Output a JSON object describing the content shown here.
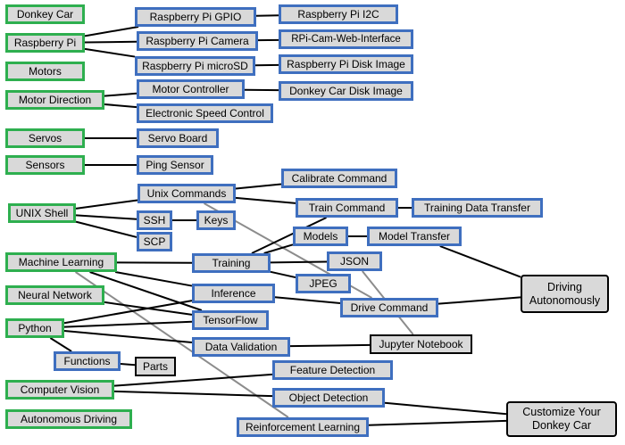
{
  "nodes": {
    "donkey_car": "Donkey Car",
    "raspberry_pi": "Raspberry Pi",
    "motors": "Motors",
    "motor_direction": "Motor Direction",
    "servos": "Servos",
    "sensors": "Sensors",
    "unix_shell": "UNIX Shell",
    "machine_learning": "Machine Learning",
    "neural_network": "Neural Network",
    "python": "Python",
    "computer_vision": "Computer Vision",
    "autonomous_driving": "Autonomous Driving",
    "rpi_gpio": "Raspberry Pi GPIO",
    "rpi_camera": "Raspberry Pi Camera",
    "rpi_microsd": "Raspberry Pi microSD",
    "motor_controller": "Motor Controller",
    "esc": "Electronic Speed Control",
    "servo_board": "Servo Board",
    "ping_sensor": "Ping Sensor",
    "unix_commands": "Unix Commands",
    "ssh": "SSH",
    "scp": "SCP",
    "keys": "Keys",
    "functions": "Functions",
    "parts": "Parts",
    "rpi_i2c": "Raspberry Pi I2C",
    "rpi_cam_web": "RPi-Cam-Web-Interface",
    "rpi_disk_image": "Raspberry Pi Disk Image",
    "donkey_disk_image": "Donkey Car Disk Image",
    "calibrate_command": "Calibrate Command",
    "train_command": "Train Command",
    "training_data_transfer": "Training Data Transfer",
    "models": "Models",
    "model_transfer": "Model Transfer",
    "training": "Training",
    "json": "JSON",
    "jpeg": "JPEG",
    "inference": "Inference",
    "drive_command": "Drive Command",
    "tensorflow": "TensorFlow",
    "data_validation": "Data Validation",
    "jupyter_notebook": "Jupyter Notebook",
    "feature_detection": "Feature Detection",
    "object_detection": "Object Detection",
    "reinforcement_learning": "Reinforcement Learning",
    "driving_autonomously_1": "Driving",
    "driving_autonomously_2": "Autonomously",
    "customize_1": "Customize Your",
    "customize_2": "Donkey Car"
  },
  "colors": {
    "green_border": "#2eaf4f",
    "blue_border": "#3f6fbf",
    "black_border": "#000000",
    "fill": "#d9d9d9",
    "edge_black": "#000000",
    "edge_gray": "#8c8c8c"
  },
  "edges": [
    {
      "from": "raspberry_pi",
      "to": "rpi_gpio",
      "color": "black"
    },
    {
      "from": "raspberry_pi",
      "to": "rpi_camera",
      "color": "black"
    },
    {
      "from": "raspberry_pi",
      "to": "rpi_microsd",
      "color": "black"
    },
    {
      "from": "rpi_gpio",
      "to": "rpi_i2c",
      "color": "black"
    },
    {
      "from": "rpi_camera",
      "to": "rpi_cam_web",
      "color": "black"
    },
    {
      "from": "rpi_microsd",
      "to": "rpi_disk_image",
      "color": "black"
    },
    {
      "from": "motor_direction",
      "to": "motor_controller",
      "color": "black"
    },
    {
      "from": "motor_direction",
      "to": "esc",
      "color": "black"
    },
    {
      "from": "motor_controller",
      "to": "donkey_disk_image",
      "color": "black"
    },
    {
      "from": "servos",
      "to": "servo_board",
      "color": "black"
    },
    {
      "from": "sensors",
      "to": "ping_sensor",
      "color": "black"
    },
    {
      "from": "unix_shell",
      "to": "unix_commands",
      "color": "black"
    },
    {
      "from": "unix_shell",
      "to": "ssh",
      "color": "black"
    },
    {
      "from": "unix_shell",
      "to": "scp",
      "color": "black"
    },
    {
      "from": "ssh",
      "to": "keys",
      "color": "black"
    },
    {
      "from": "unix_commands",
      "to": "calibrate_command",
      "color": "black"
    },
    {
      "from": "unix_commands",
      "to": "train_command",
      "color": "black"
    },
    {
      "from": "unix_commands",
      "to": "drive_command",
      "color": "gray"
    },
    {
      "from": "train_command",
      "to": "training_data_transfer",
      "color": "black"
    },
    {
      "from": "models",
      "to": "model_transfer",
      "color": "black"
    },
    {
      "from": "model_transfer",
      "to": "driving_autonomously",
      "color": "black"
    },
    {
      "from": "machine_learning",
      "to": "training",
      "color": "black"
    },
    {
      "from": "machine_learning",
      "to": "inference",
      "color": "black"
    },
    {
      "from": "machine_learning",
      "to": "tensorflow",
      "color": "black"
    },
    {
      "from": "machine_learning",
      "to": "reinforcement_learning",
      "color": "gray"
    },
    {
      "from": "training",
      "to": "train_command",
      "color": "black"
    },
    {
      "from": "training",
      "to": "models",
      "color": "black"
    },
    {
      "from": "training",
      "to": "json",
      "color": "black"
    },
    {
      "from": "training",
      "to": "jpeg",
      "color": "black"
    },
    {
      "from": "json",
      "to": "jupyter_notebook",
      "color": "gray"
    },
    {
      "from": "inference",
      "to": "drive_command",
      "color": "black"
    },
    {
      "from": "drive_command",
      "to": "driving_autonomously",
      "color": "black"
    },
    {
      "from": "neural_network",
      "to": "tensorflow",
      "color": "black"
    },
    {
      "from": "python",
      "to": "tensorflow",
      "color": "black"
    },
    {
      "from": "python",
      "to": "inference",
      "color": "black"
    },
    {
      "from": "python",
      "to": "data_validation",
      "color": "black"
    },
    {
      "from": "python",
      "to": "functions",
      "color": "black"
    },
    {
      "from": "functions",
      "to": "parts",
      "color": "black"
    },
    {
      "from": "data_validation",
      "to": "jupyter_notebook",
      "color": "black"
    },
    {
      "from": "computer_vision",
      "to": "feature_detection",
      "color": "black"
    },
    {
      "from": "computer_vision",
      "to": "object_detection",
      "color": "black"
    },
    {
      "from": "object_detection",
      "to": "customize",
      "color": "black"
    },
    {
      "from": "reinforcement_learning",
      "to": "customize",
      "color": "black"
    }
  ]
}
